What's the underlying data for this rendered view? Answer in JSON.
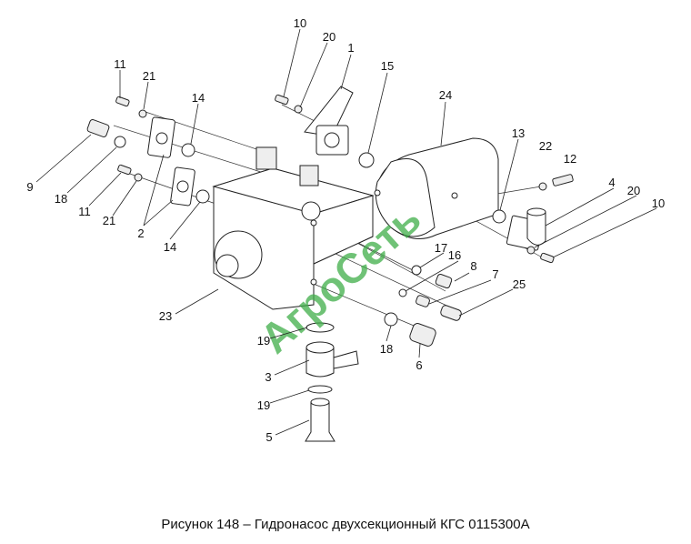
{
  "figure": {
    "caption": "Рисунок 148 – Гидронасос двухсекционный КГС 0115300А",
    "watermark": "АгроСеть",
    "watermark_color": "#3fae49",
    "callouts": [
      "10",
      "20",
      "1",
      "15",
      "11",
      "21",
      "14",
      "24",
      "13",
      "22",
      "12",
      "4",
      "20",
      "10",
      "9",
      "18",
      "11",
      "21",
      "2",
      "14",
      "17",
      "16",
      "8",
      "7",
      "25",
      "23",
      "19",
      "18",
      "6",
      "3",
      "19",
      "5"
    ]
  }
}
